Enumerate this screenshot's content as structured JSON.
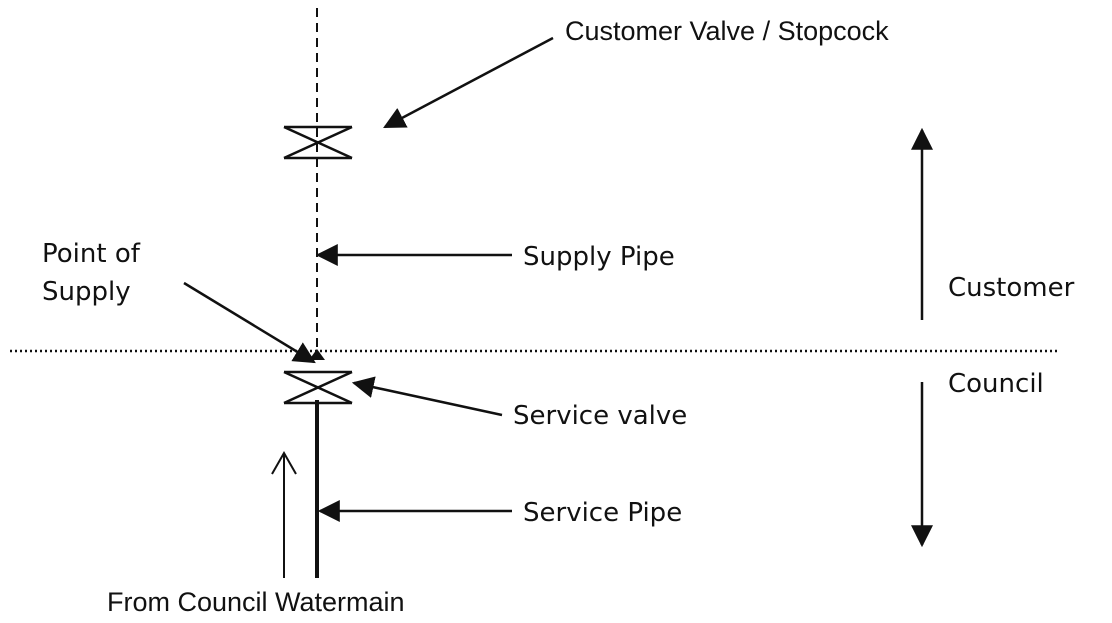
{
  "labels": {
    "customer_valve": "Customer Valve / Stopcock",
    "point_of_supply_line1": "Point of",
    "point_of_supply_line2": "Supply",
    "supply_pipe": "Supply Pipe",
    "customer": "Customer",
    "council": "Council",
    "service_valve": "Service valve",
    "service_pipe": "Service Pipe",
    "from_watermain": "From Council Watermain"
  },
  "colors": {
    "ink": "#111111",
    "background": "#ffffff"
  }
}
